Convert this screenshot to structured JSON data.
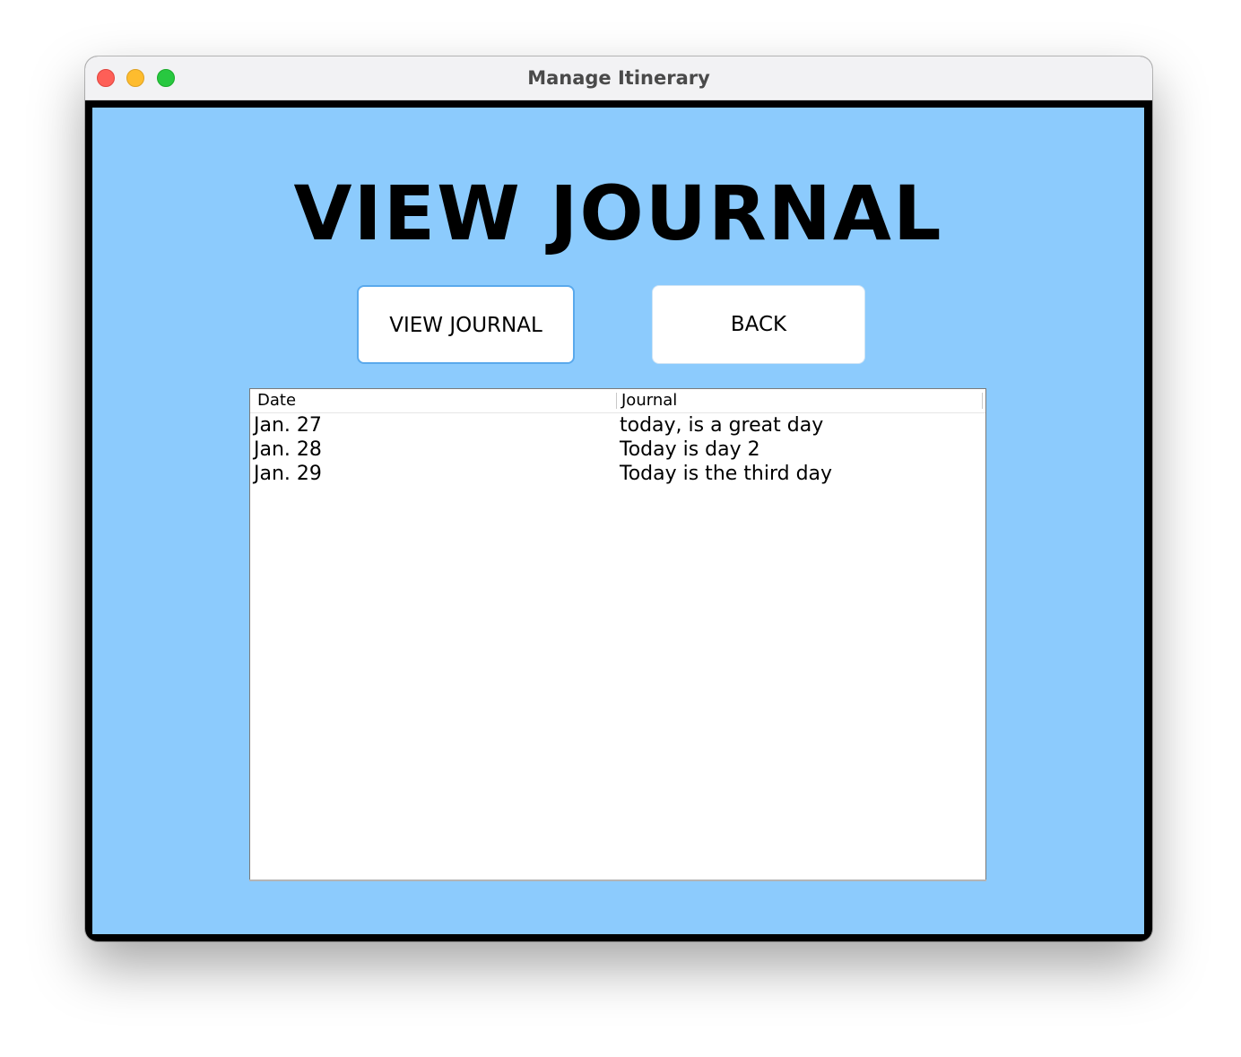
{
  "window": {
    "title": "Manage Itinerary"
  },
  "page": {
    "heading": "VIEW JOURNAL"
  },
  "buttons": {
    "view_journal_label": "VIEW JOURNAL",
    "back_label": "BACK"
  },
  "table": {
    "columns": [
      "Date",
      "Journal"
    ],
    "rows": [
      {
        "date": "Jan. 27",
        "journal": "today, is a great day"
      },
      {
        "date": "Jan. 28",
        "journal": "Today is day 2"
      },
      {
        "date": "Jan. 29",
        "journal": "Today is the third day"
      }
    ]
  },
  "colors": {
    "background": "#8ccbfd",
    "button_focus_border": "#5aa9ec",
    "traffic_close": "#fe5f57",
    "traffic_minimize": "#febc2e",
    "traffic_maximize": "#28c840"
  }
}
